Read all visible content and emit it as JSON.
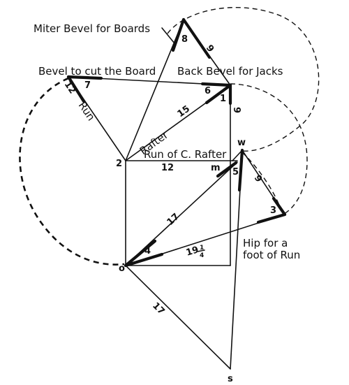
{
  "labels": {
    "miter_bevel": "Miter Bevel for Boards",
    "bevel_cut": "Bevel  to cut the Board",
    "back_bevel": "Back  Bevel  for Jacks",
    "run_c_rafter": "Run of C. Rafter",
    "rafter": "Rafter",
    "run": "Run",
    "hip_line1": "Hip for a",
    "hip_line2": "foot of Run"
  },
  "numbers": {
    "n8": "8",
    "n9_top": "9",
    "n12_left": "12",
    "n7": "7",
    "n6": "6",
    "n1": "1",
    "n9_vert": "9",
    "n15": "15",
    "n12_mid": "12",
    "n5": "5",
    "n9_right": "9",
    "n3": "3",
    "n17_mid": "17",
    "n4": "4",
    "n19": "19",
    "n1_4": "1",
    "n4_4": "4",
    "n17_low": "17"
  },
  "points": {
    "p2": "2",
    "pm": "m",
    "pw": "w",
    "po": "o",
    "ps": "s"
  }
}
